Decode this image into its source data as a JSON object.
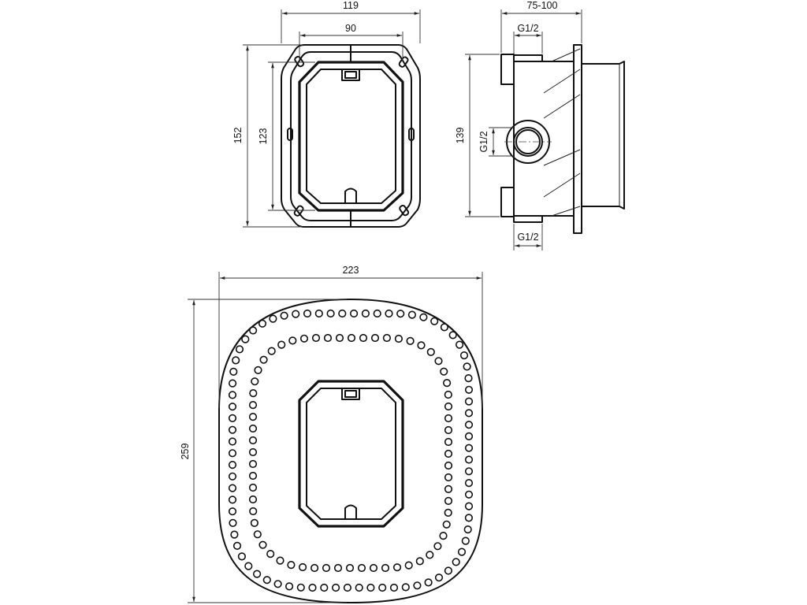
{
  "front_view": {
    "width_outer": "119",
    "width_inner": "90",
    "height_outer": "152",
    "height_inner": "123"
  },
  "side_view": {
    "depth_range": "75-100",
    "height": "139",
    "thread_top": "G1/2",
    "thread_side": "G1/2",
    "thread_bottom": "G1/2"
  },
  "plate_view": {
    "width": "223",
    "height": "259"
  }
}
